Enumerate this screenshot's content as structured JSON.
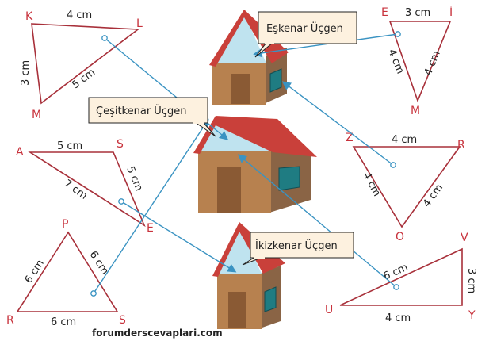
{
  "triangles": {
    "klm": {
      "vertices": [
        "K",
        "L",
        "M"
      ],
      "sides": [
        "4 cm",
        "3 cm",
        "5 cm"
      ]
    },
    "eim": {
      "vertices": [
        "E",
        "İ",
        "M"
      ],
      "sides": [
        "3 cm",
        "4 cm",
        "4 cm"
      ]
    },
    "ase": {
      "vertices": [
        "A",
        "S",
        "E"
      ],
      "sides": [
        "5 cm",
        "5 cm",
        "7 cm"
      ]
    },
    "zro": {
      "vertices": [
        "Z",
        "R",
        "O"
      ],
      "sides": [
        "4 cm",
        "4 cm",
        "4 cm"
      ]
    },
    "prs": {
      "vertices": [
        "P",
        "R",
        "S"
      ],
      "sides": [
        "6 cm",
        "6 cm",
        "6 cm"
      ]
    },
    "vuy": {
      "vertices": [
        "V",
        "U",
        "Y"
      ],
      "sides": [
        "3 cm",
        "6 cm",
        "4 cm"
      ]
    }
  },
  "houses": {
    "top": "Eşkenar Üçgen",
    "middle": "Çeşitkenar Üçgen",
    "bottom": "İkizkenar Üçgen"
  },
  "watermark": "forumderscevaplari.com",
  "colors": {
    "triangle": "#a8303a",
    "vertex": "#c8323c",
    "link": "#3a93c2",
    "roof": "#c9403a",
    "wall": "#b7814f",
    "door": "#8a5a34",
    "gable": "#bfe3ef"
  }
}
